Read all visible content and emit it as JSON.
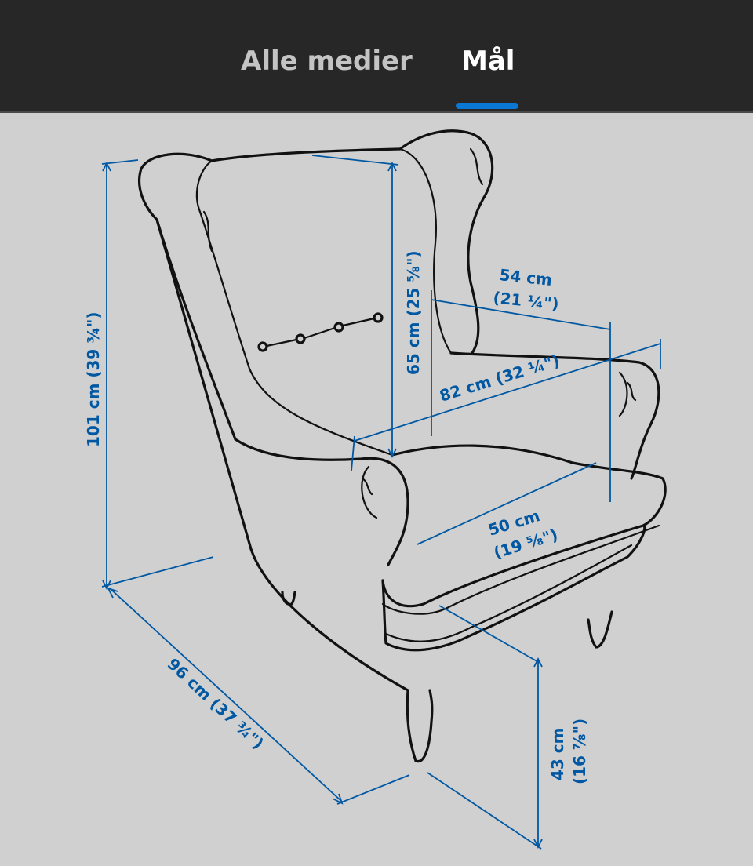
{
  "tabs": [
    {
      "label": "Alle medier",
      "active": false
    },
    {
      "label": "Mål",
      "active": true
    }
  ],
  "accent_color": "#0058a3",
  "tab_indicator_color": "#0a77d4",
  "dimensions": {
    "height": "101 cm (39 ¾\")",
    "back_height": "65 cm (25 ⅝\")",
    "seat_width_line1": "54 cm",
    "seat_width_line2": "(21 ¼\")",
    "width": "82 cm (32 ¼\")",
    "seat_depth_line1": "50 cm",
    "seat_depth_line2": "(19 ⅝\")",
    "depth": "96 cm (37 ¾\")",
    "seat_height_line1": "43 cm",
    "seat_height_line2": "(16 ⅞\")"
  }
}
